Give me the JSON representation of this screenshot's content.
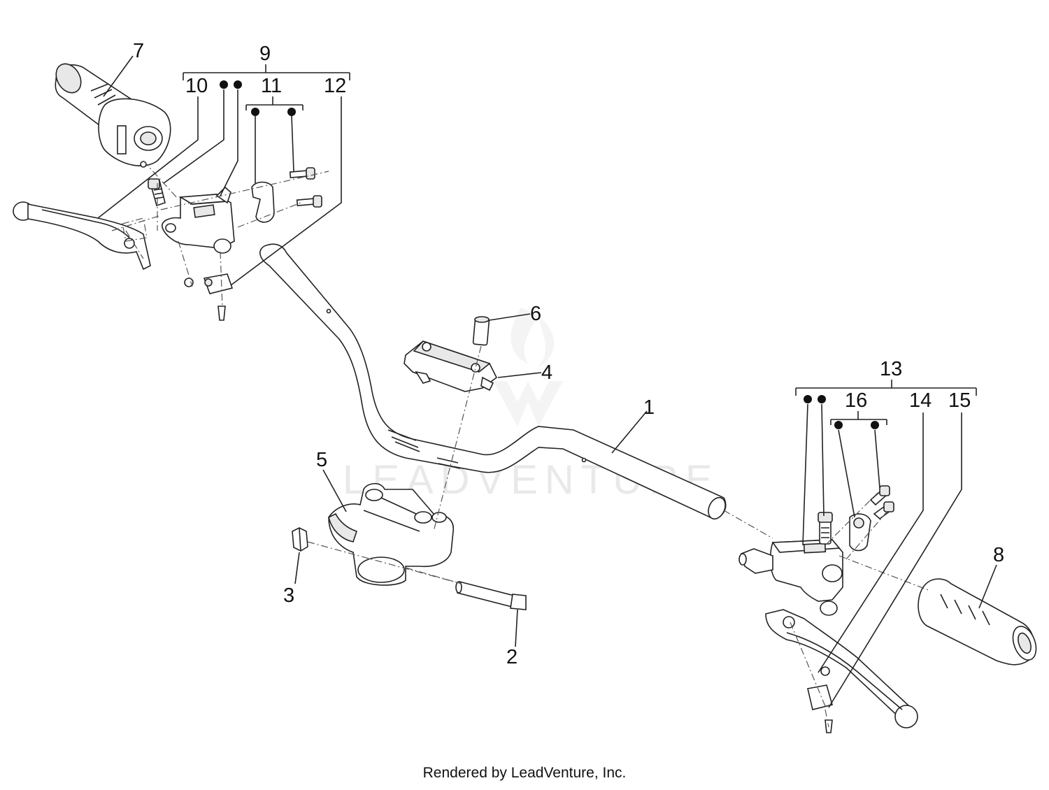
{
  "diagram": {
    "callouts": [
      {
        "id": "label-1",
        "text": "1"
      },
      {
        "id": "label-2",
        "text": "2"
      },
      {
        "id": "label-3",
        "text": "3"
      },
      {
        "id": "label-4",
        "text": "4"
      },
      {
        "id": "label-5",
        "text": "5"
      },
      {
        "id": "label-6",
        "text": "6"
      },
      {
        "id": "label-7",
        "text": "7"
      },
      {
        "id": "label-8",
        "text": "8"
      },
      {
        "id": "label-9",
        "text": "9"
      },
      {
        "id": "label-10",
        "text": "10"
      },
      {
        "id": "label-11",
        "text": "11"
      },
      {
        "id": "label-12",
        "text": "12"
      },
      {
        "id": "label-13",
        "text": "13"
      },
      {
        "id": "label-14",
        "text": "14"
      },
      {
        "id": "label-15",
        "text": "15"
      },
      {
        "id": "label-16",
        "text": "16"
      }
    ],
    "watermark": "LEADVENTURE"
  },
  "footer": {
    "text": "Rendered by LeadVenture, Inc."
  }
}
